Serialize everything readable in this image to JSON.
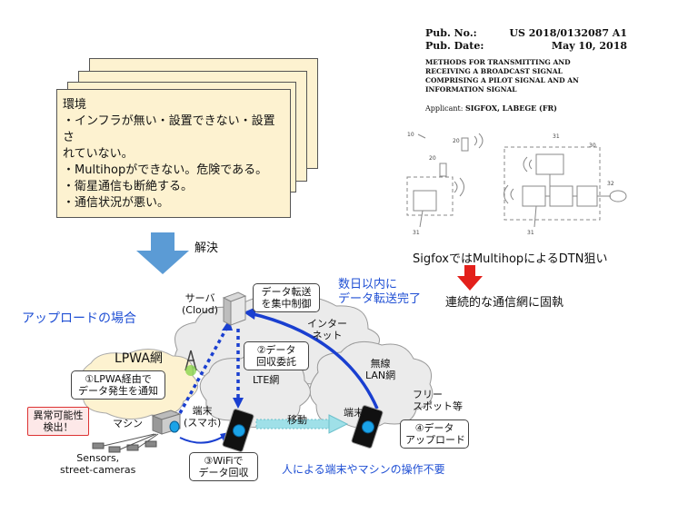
{
  "environment_box": {
    "title": "環境",
    "lines": [
      "・インフラが無い・設置できない・設置さ",
      "れていない。",
      "・Multihopができない。危険である。",
      "・衛星通信も断絶する。",
      "・通信状況が悪い。"
    ]
  },
  "arrow_label": "解決",
  "patent": {
    "pub_no_label": "Pub. No.:",
    "pub_no": "US 2018/0132087 A1",
    "pub_date_label": "Pub. Date:",
    "pub_date": "May 10, 2018",
    "title": "METHODS FOR TRANSMITTING AND RECEIVING A BROADCAST SIGNAL COMPRISING A PILOT SIGNAL AND AN INFORMATION SIGNAL",
    "applicant_label": "Applicant:",
    "applicant": "SIGFOX, LABEGE (FR)",
    "figure_labels": [
      "10",
      "20",
      "20",
      "31",
      "30",
      "32",
      "31",
      "31"
    ]
  },
  "sigfox_caption": "SigfoxではMultihopによるDTN狙い",
  "fixation_caption": "連続的な通信網に固執",
  "upload_case": "アップロードの場合",
  "server_label": "サーバ\n(Cloud)",
  "central_callout": "データ転送\nを集中制御",
  "transfer_done": "数日以内に\nデータ転送完了",
  "internet_label": "インター\nネット",
  "lpwa_label": "LPWA網",
  "step2": "②データ\n回収委託",
  "lte_label": "LTE網",
  "wlan_label": "無線\nLAN網",
  "step1": "①LPWA経由で\nデータ発生を通知",
  "free_spot": "フリー\nスポット等",
  "anomaly": "異常可能性\n検出！",
  "machine_label": "マシン",
  "terminal_phone": "端末\n(スマホ)",
  "move_label": "移動",
  "terminal_label": "端末",
  "step4": "④データ\nアップロード",
  "sensors_label": "Sensors,\nstreet-cameras",
  "step3": "③WiFiで\nデータ回収",
  "no_operation": "人による端末やマシンの操作不要"
}
